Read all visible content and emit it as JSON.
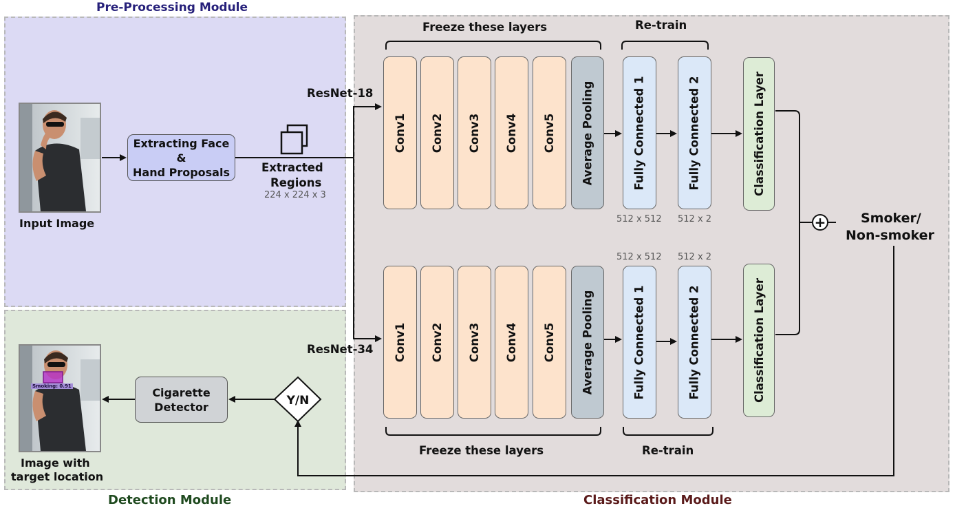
{
  "modules": {
    "preprocessing": "Pre-Processing Module",
    "detection": "Detection Module",
    "classification": "Classification Module"
  },
  "preprocessing": {
    "input_label": "Input Image",
    "extract_line1": "Extracting Face &",
    "extract_line2": "Hand Proposals",
    "regions_line1": "Extracted",
    "regions_line2": "Regions",
    "regions_dims": "224 x 224 x 3"
  },
  "top_branch": {
    "network": "ResNet-18",
    "freeze_label": "Freeze these layers",
    "retrain_label": "Re-train",
    "layers": [
      "Conv1",
      "Conv2",
      "Conv3",
      "Conv4",
      "Conv5"
    ],
    "pooling": "Average Pooling",
    "fc1": "Fully Connected 1",
    "fc2": "Fully Connected 2",
    "fc1_dims": "512 x 512",
    "fc2_dims": "512 x 2",
    "classifier": "Classification Layer"
  },
  "bottom_branch": {
    "network": "ResNet-34",
    "freeze_label": "Freeze these layers",
    "retrain_label": "Re-train",
    "layers": [
      "Conv1",
      "Conv2",
      "Conv3",
      "Conv4",
      "Conv5"
    ],
    "pooling": "Average Pooling",
    "fc1": "Fully Connected 1",
    "fc2": "Fully Connected 2",
    "fc1_dims": "512 x 512",
    "fc2_dims": "512 x 2",
    "classifier": "Classification Layer"
  },
  "output": {
    "line1": "Smoker/",
    "line2": "Non-smoker",
    "sum_symbol": "+"
  },
  "detection": {
    "decision": "Y/N",
    "detector_line1": "Cigarette",
    "detector_line2": "Detector",
    "result_line1": "Image with",
    "result_line2": "target location",
    "detection_tag": "Smoking: 0.91"
  },
  "colors": {
    "preprocessing_bg": "#dcdaf4",
    "detection_bg": "#dfe8da",
    "classification_bg": "#e2dcdc",
    "conv_fill": "#fde3cc",
    "pool_fill": "#bfc9d1",
    "fc_fill": "#dbe8f8",
    "classifier_fill": "#ddecd6",
    "detector_fill": "#d0d3d6",
    "proposal_fill": "#c9cdf5",
    "detection_box": "#b52fc9"
  }
}
